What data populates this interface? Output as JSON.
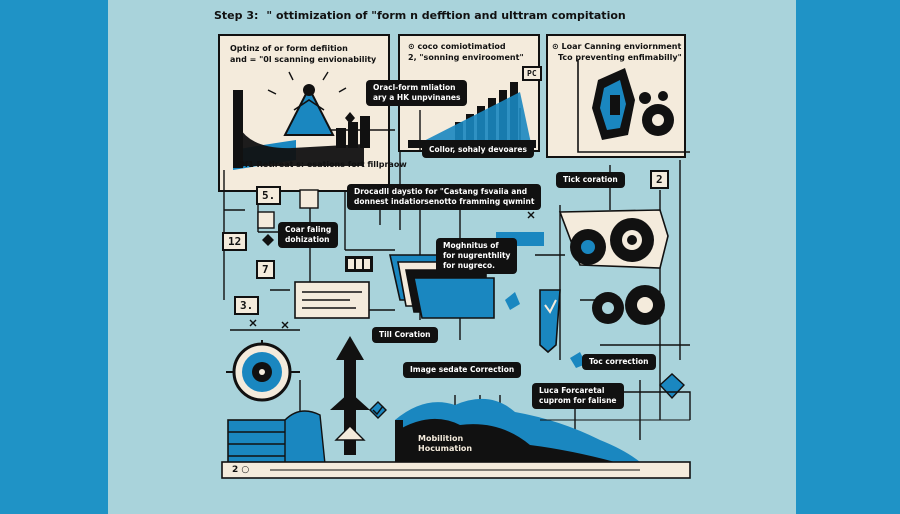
{
  "header": {
    "step": "Step 3:",
    "title": "\" ottimization of \"form n defftion and ulttram compitation"
  },
  "cards": {
    "left_line1": "Optinz of or form defiition",
    "left_line2": "and = \"0l scanning envionability",
    "middle_line1": "⊙ coco comiotimatiod",
    "middle_line2": "2, \"sonning envirooment\"",
    "right_line1": "⊙ Loar Canning enviornment",
    "right_line2": "Tco preventing enfimabilly\""
  },
  "labels": {
    "oracl_line1": "Oracl-form mliation",
    "oracl_line2": "ary a HK unpvinanes",
    "retreats": "Of1 Retireat s: esations fort fillpraow",
    "collor": "Collor, sohaly devoares",
    "tick": "Tick coration",
    "procedure_line1": "Drocadll daystio for \"Castang fsvaiia and",
    "procedure_line2": "donnest indatiorsenotto framming qwmint",
    "coar_line1": "Coar faling",
    "coar_line2": "dohization",
    "magnitus_line1": "Moghnitus of",
    "magnitus_line2": "for nugrenthlity",
    "magnitus_line3": "for nugreco.",
    "till": "Till Coration",
    "image": "Image sedate Correction",
    "toc": "Toc correction",
    "luca_line1": "Luca Forcaretal",
    "luca_line2": "cuprom for falisne",
    "mobilition_line1": "Mobilition",
    "mobilition_line2": "Hocumation"
  },
  "markers": {
    "tag_pc": "PC",
    "n5": "5.",
    "n12": "12",
    "n7": "7",
    "n3": "3.",
    "n2": "2",
    "footer": "2 ○"
  },
  "colors": {
    "background": "#1f93c6",
    "panel": "#a9d3db",
    "card": "#f4ebdc",
    "ink": "#111111",
    "accent": "#1a87c0"
  }
}
